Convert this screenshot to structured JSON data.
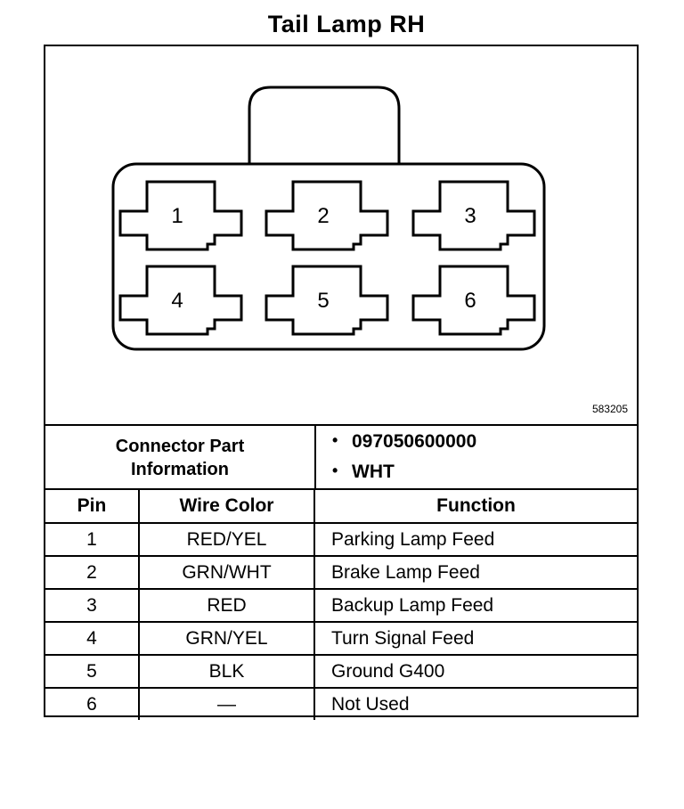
{
  "title": "Tail Lamp RH",
  "drawing_id": "583205",
  "connector": {
    "pins": [
      "1",
      "2",
      "3",
      "4",
      "5",
      "6"
    ]
  },
  "connector_info": {
    "label_line1": "Connector Part",
    "label_line2": "Information",
    "part_number": "097050600000",
    "color": "WHT"
  },
  "table": {
    "headers": {
      "pin": "Pin",
      "wire_color": "Wire Color",
      "function": "Function"
    },
    "rows": [
      {
        "pin": "1",
        "wire_color": "RED/YEL",
        "function": "Parking Lamp Feed"
      },
      {
        "pin": "2",
        "wire_color": "GRN/WHT",
        "function": "Brake Lamp Feed"
      },
      {
        "pin": "3",
        "wire_color": "RED",
        "function": "Backup Lamp Feed"
      },
      {
        "pin": "4",
        "wire_color": "GRN/YEL",
        "function": "Turn Signal Feed"
      },
      {
        "pin": "5",
        "wire_color": "BLK",
        "function": "Ground G400"
      },
      {
        "pin": "6",
        "wire_color": "—",
        "function": "Not Used"
      }
    ]
  }
}
